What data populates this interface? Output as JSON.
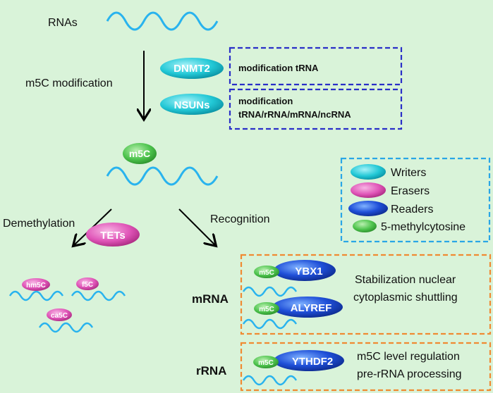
{
  "labels": {
    "rnas": "RNAs",
    "m5c_modification": "m5C modification",
    "demethylation": "Demethylation",
    "recognition": "Recognition",
    "mrna": "mRNA",
    "rrna": "rRNA"
  },
  "writers": {
    "dnmt2": {
      "name": "DNMT2",
      "desc": "modification tRNA"
    },
    "nsuns": {
      "name": "NSUNs",
      "desc_line1": "modification",
      "desc_line2": "tRNA/rRNA/mRNA/ncRNA"
    }
  },
  "center": {
    "badge": "m5C"
  },
  "eraser": {
    "name": "TETs"
  },
  "products": {
    "hm5c": "hm5C",
    "f5c": "f5C",
    "ca5c": "ca5C"
  },
  "readers": {
    "ybx1": {
      "tag": "m5C",
      "name": "YBX1"
    },
    "alyref": {
      "tag": "m5C",
      "name": "ALYREF"
    },
    "ythdf2": {
      "tag": "m5C",
      "name": "YTHDF2"
    },
    "mrna_desc_line1": "Stabilization nuclear",
    "mrna_desc_line2": "cytoplasmic shuttling",
    "rrna_desc_line1": "m5C level regulation",
    "rrna_desc_line2": "pre-rRNA processing"
  },
  "legend": {
    "writers": "Writers",
    "erasers": "Erasers",
    "readers": "Readers",
    "m5c": "5-methylcytosine"
  },
  "colors": {
    "background": "#d9f3d9",
    "rna_wave": "#29b3ee",
    "writer": "#22c8d6",
    "eraser": "#e055b8",
    "reader": "#1f4fd8",
    "m5c": "#4ec44e",
    "writer_box_border": "#2a2fc8",
    "legend_border": "#2aa6e6",
    "reader_box_border": "#f08a32"
  },
  "icons": {
    "arrow": "arrow-icon",
    "rna": "rna-wave-icon"
  }
}
